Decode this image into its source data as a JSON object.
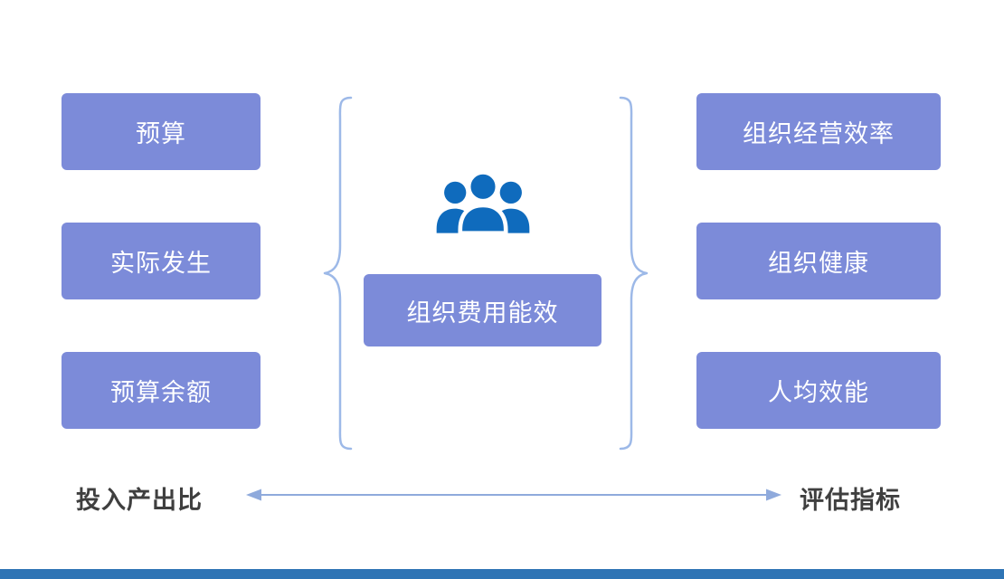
{
  "left_items": [
    {
      "label": "预算"
    },
    {
      "label": "实际发生"
    },
    {
      "label": "预算余额"
    }
  ],
  "center": {
    "label": "组织费用能效",
    "icon": "people-group-icon"
  },
  "right_items": [
    {
      "label": "组织经营效率"
    },
    {
      "label": "组织健康"
    },
    {
      "label": "人均效能"
    }
  ],
  "footer": {
    "left_label": "投入产出比",
    "right_label": "评估指标"
  },
  "colors": {
    "box_fill": "#7C8BD9",
    "box_text": "#FFFFFF",
    "icon_blue": "#0F6BBD",
    "brace": "#9DB9E8",
    "arrow": "#8FAADC",
    "bottom_bar": "#2E74B5",
    "footer_text": "#3F3F3F",
    "background": "#FFFFFF"
  }
}
